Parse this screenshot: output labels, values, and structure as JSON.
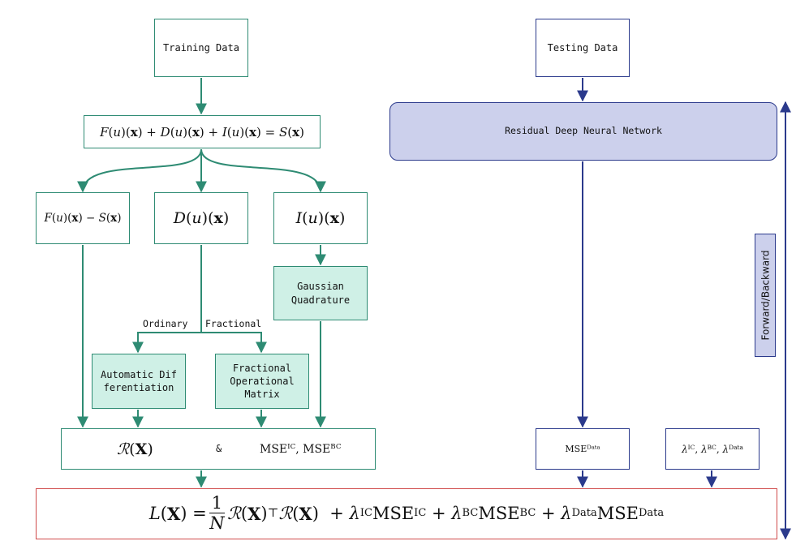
{
  "training_data": "Training Data",
  "testing_data": "Testing Data",
  "equation": {
    "F": "F",
    "u": "u",
    "x": "x",
    "D": "D",
    "I": "I",
    "S": "S"
  },
  "branches": {
    "left": "F(u)(x) − S(x)",
    "middle": "D(u)(x)",
    "right": "I(u)(x)"
  },
  "gaussian_quadrature": "Gaussian Quadrature",
  "ordinary": "Ordinary",
  "fractional": "Fractional",
  "automatic_differentiation": "Automatic Differentiation",
  "fractional_operational_matrix": "Fractional Operational Matrix",
  "residual_network": "Residual Deep Neural Network",
  "forward_backward": "Forward/Backward",
  "mse_box": {
    "residual": "R(X)",
    "ampersand": "&",
    "mse_ic": "MSE",
    "ic": "IC",
    "mse_bc": "MSE",
    "bc": "BC"
  },
  "mse_data": {
    "mse": "MSE",
    "data": "Data"
  },
  "lambdas": {
    "lambda": "λ",
    "ic": "IC",
    "bc": "BC",
    "data": "Data"
  },
  "loss": {
    "L": "L",
    "X": "X",
    "one": "1",
    "N": "N",
    "R": "R",
    "T": "⊤",
    "lambda": "λ",
    "mse": "MSE",
    "ic": "IC",
    "bc": "BC",
    "data": "Data"
  },
  "colors": {
    "teal": "#2e8b73",
    "navy": "#2b3a8c",
    "red": "#d04a4a",
    "nn_fill": "#ccd0ec",
    "teal_fill": "#cff0e6"
  }
}
